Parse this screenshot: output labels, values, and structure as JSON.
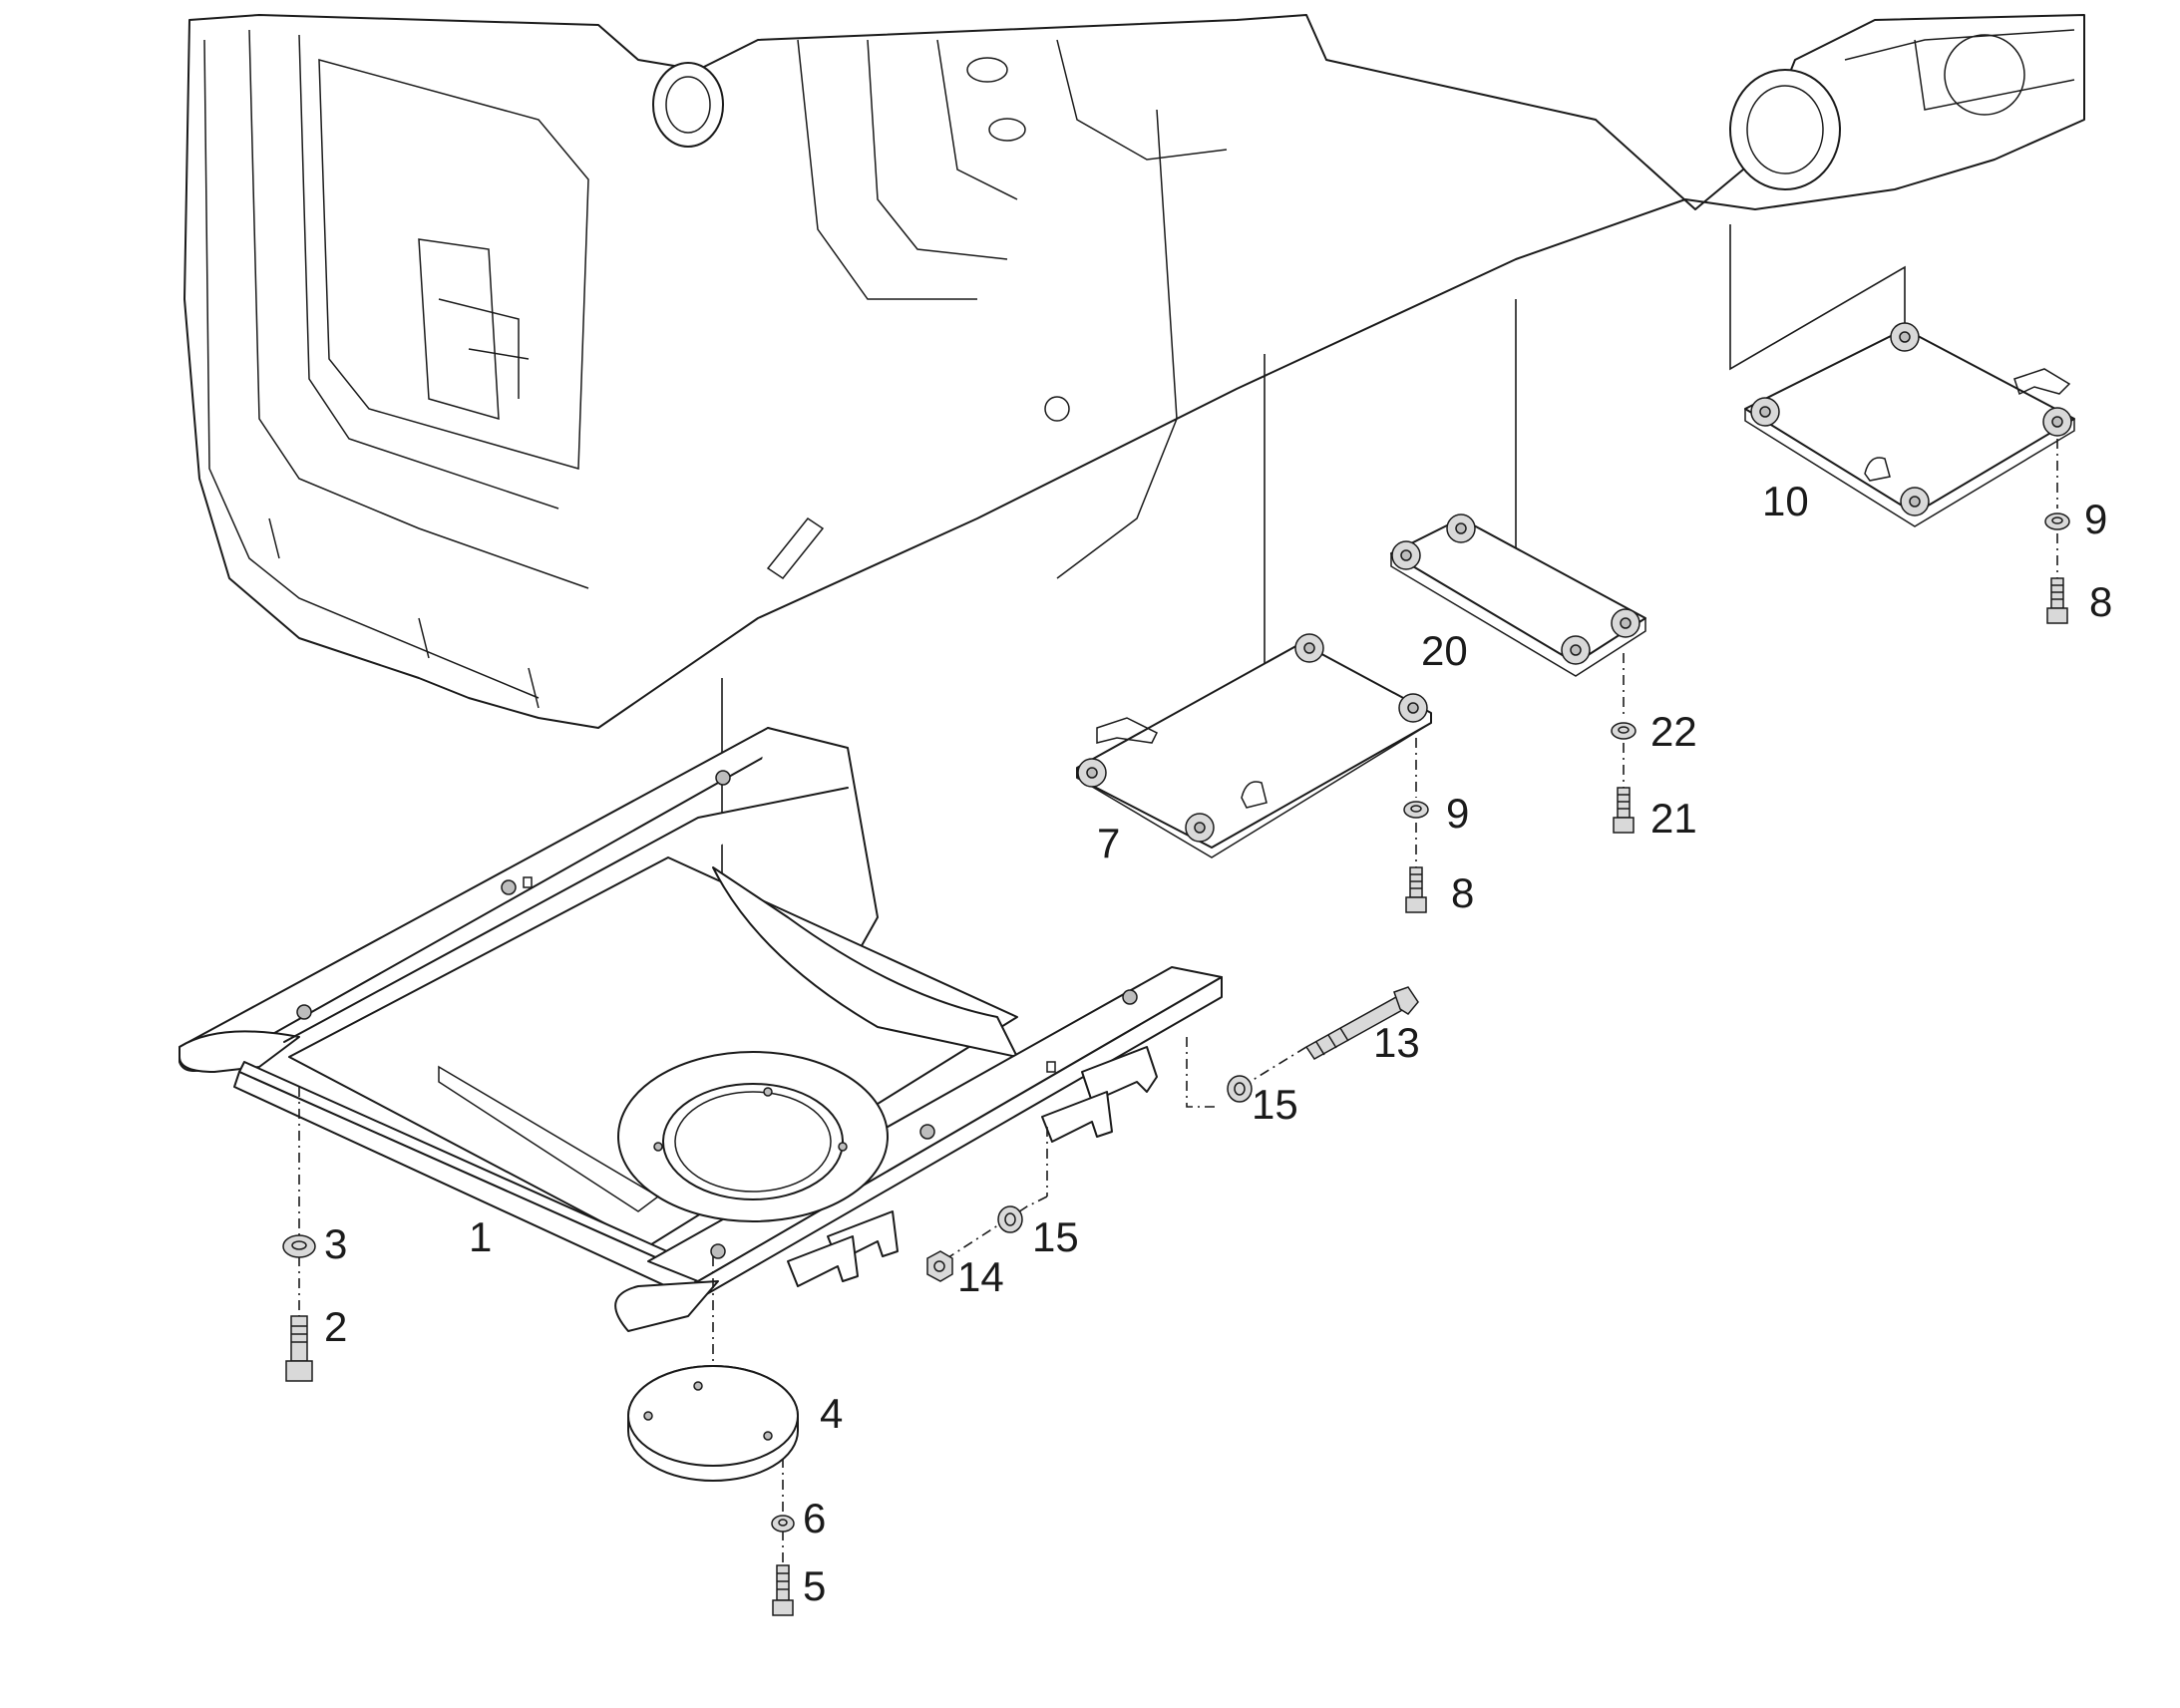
{
  "diagram": {
    "callouts": {
      "c1": "1",
      "c2": "2",
      "c3": "3",
      "c4": "4",
      "c5": "5",
      "c6": "6",
      "c7": "7",
      "c8a": "8",
      "c8b": "8",
      "c9a": "9",
      "c9b": "9",
      "c10": "10",
      "c13": "13",
      "c14": "14",
      "c15a": "15",
      "c15b": "15",
      "c20": "20",
      "c21": "21",
      "c22": "22"
    }
  }
}
